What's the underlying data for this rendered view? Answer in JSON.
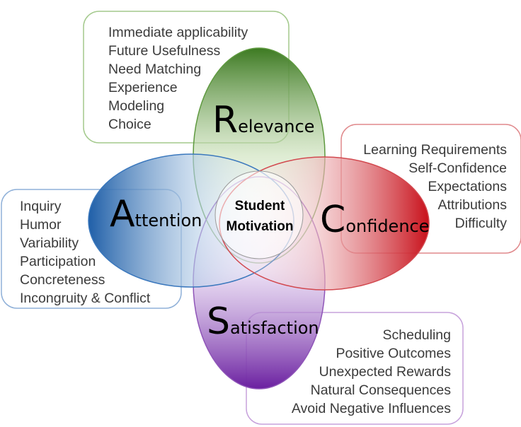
{
  "center": {
    "line1": "Student",
    "line2": "Motivation"
  },
  "relevance": {
    "initial": "R",
    "rest": "elevance",
    "color": "#4f8a2e",
    "items": [
      "Immediate applicability",
      "Future Usefulness",
      "Need Matching",
      "Experience",
      "Modeling",
      "Choice"
    ]
  },
  "attention": {
    "initial": "A",
    "rest": "ttention",
    "color": "#2e6db2",
    "items": [
      "Inquiry",
      "Humor",
      "Variability",
      "Participation",
      "Concreteness",
      "Incongruity & Conflict"
    ]
  },
  "confidence": {
    "initial": "C",
    "rest": "onfidence",
    "color": "#c8141c",
    "items": [
      "Learning Requirements",
      "Self-Confidence",
      "Expectations",
      "Attributions",
      "Difficulty"
    ]
  },
  "satisfaction": {
    "initial": "S",
    "rest": "atisfaction",
    "color": "#7a2fa8",
    "items": [
      "Scheduling",
      "Positive Outcomes",
      "Unexpected Rewards",
      "Natural Consequences",
      "Avoid Negative Influences"
    ]
  }
}
